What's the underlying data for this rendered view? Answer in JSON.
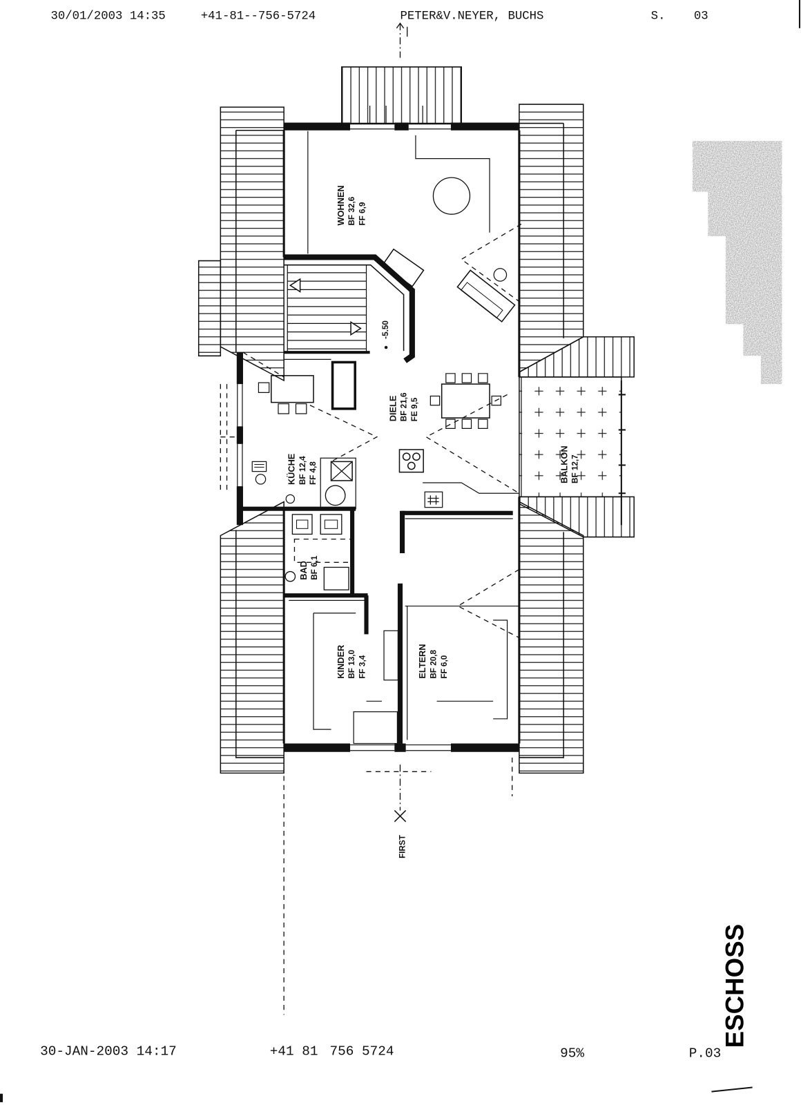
{
  "fax_header": {
    "sent_datetime": "30/01/2003 14:35",
    "sender_phone": "+41-81--756-5724",
    "sender_name": "PETER&V.NEYER, BUCHS",
    "page_label": "S.",
    "page_number": "03"
  },
  "fax_footer": {
    "received_datetime": "30-JAN-2003 14:17",
    "phone_prefix": "+41 81",
    "phone_number": "756 5724",
    "scale": "95%",
    "page": "P.03"
  },
  "plan": {
    "title": "ESCHOSS",
    "level_mark": "-5.50",
    "ridge_label": "FIRST",
    "rooms": [
      {
        "name": "WOHNEN",
        "bf": "BF 32,6",
        "ff": "FF 6,9"
      },
      {
        "name": "DIELE",
        "bf": "BF 21,6",
        "ff": "FE 9,5"
      },
      {
        "name": "KÜCHE",
        "bf": "BF 12,4",
        "ff": "FF 4,8"
      },
      {
        "name": "BAD",
        "bf": "BF 6,1"
      },
      {
        "name": "KINDER",
        "bf": "BF 13,0",
        "ff": "FF 3,4"
      },
      {
        "name": "ELTERN",
        "bf": "BF 20,8",
        "ff": "FF 6,0"
      },
      {
        "name": "BALKON",
        "bf": "BF 12,7"
      }
    ]
  }
}
